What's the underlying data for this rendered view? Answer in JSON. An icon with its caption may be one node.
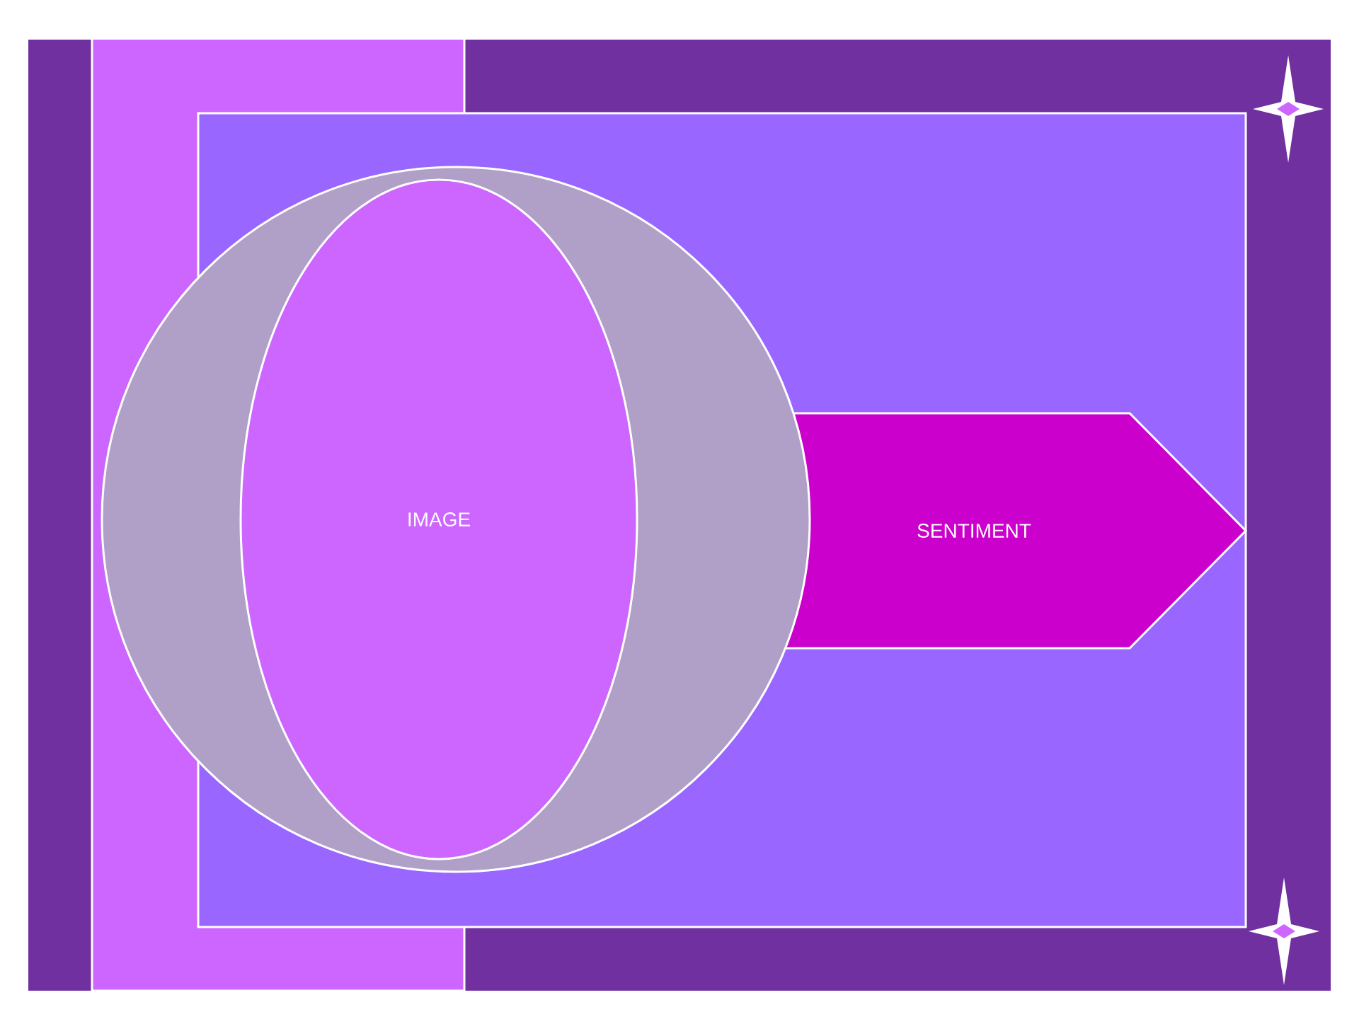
{
  "diagram": {
    "nodes": [
      {
        "text": [],
        "shape": "circle"
      },
      {
        "text": [
          "IMAGE"
        ],
        "in": 0
      },
      {
        "text": [
          "SENTIMENT"
        ]
      }
    ]
  }
}
